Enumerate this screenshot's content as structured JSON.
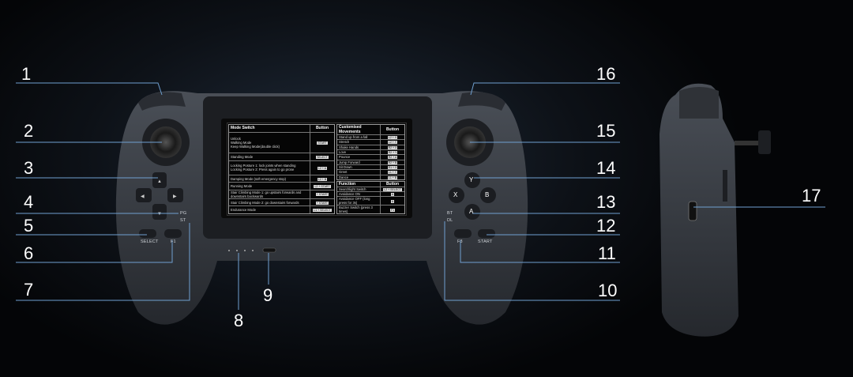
{
  "callouts": [
    "1",
    "2",
    "3",
    "4",
    "5",
    "6",
    "7",
    "8",
    "9",
    "10",
    "11",
    "12",
    "13",
    "14",
    "15",
    "16",
    "17"
  ],
  "controller_labels": {
    "select": "SELECT",
    "f1": "F1",
    "f3": "F3",
    "start": "START",
    "pg": "PG",
    "st": "ST",
    "bt": "BT",
    "dl": "DL",
    "x": "X",
    "y": "Y",
    "a": "A",
    "b": "B"
  },
  "screen": {
    "mode_table": {
      "header": [
        "Mode Switch",
        "Button"
      ],
      "rows": [
        {
          "text": [
            "Unlock",
            "Walking Mode",
            "Keep Walking Mode(double click)"
          ],
          "button": "START"
        },
        {
          "text": [
            "Standing Mode"
          ],
          "button": "SELECT"
        },
        {
          "text": [
            "Locking Posture 1: lock joints when standing",
            "Locking Posture 2: Press again to go prone"
          ],
          "button": "L2 + A"
        },
        {
          "text": [
            "Damping Mode (soft emergency stop)"
          ],
          "button": "L2 + B"
        },
        {
          "text": [
            "Running Mode"
          ],
          "button": "L2 + START"
        },
        {
          "text": [
            "Stair Climbing Mode 1: go upstairs forwards and downstairs backwards"
          ],
          "button": "+ START"
        },
        {
          "text": [
            "Stair Climbing Mode 2: go downstairs forwards"
          ],
          "button": "+ START"
        },
        {
          "text": [
            "Endurance Mode"
          ],
          "button": "L1 + SELECT"
        }
      ]
    },
    "movements_table": {
      "header": [
        "Customised Movements",
        "Button"
      ],
      "rows": [
        {
          "text": "Stand up from a fall",
          "button": "L2 + X"
        },
        {
          "text": "Stretch",
          "button": "L2 + Y"
        },
        {
          "text": "Shake Hands",
          "button": "R2 + X"
        },
        {
          "text": "Love",
          "button": "R2 + Y"
        },
        {
          "text": "Pounce",
          "button": "R2 + A"
        },
        {
          "text": "Jump Forward",
          "button": "R2 + B"
        },
        {
          "text": "Sit Down",
          "button": "R1 + X"
        },
        {
          "text": "Greet",
          "button": "L1 + Y"
        },
        {
          "text": "Dance",
          "button": "L1 + B"
        }
      ]
    },
    "function_table": {
      "header": [
        "Function",
        "Button"
      ],
      "rows": [
        {
          "text": "Searchlight Switch",
          "button": "L2 + SELECT"
        },
        {
          "text": "Avoidance ON",
          "button": "A"
        },
        {
          "text": "Avoidance OFF (long press for 3s)",
          "button": "A"
        },
        {
          "text": "Buzzer Switch (press 3 times)",
          "button": "F1"
        }
      ]
    }
  }
}
